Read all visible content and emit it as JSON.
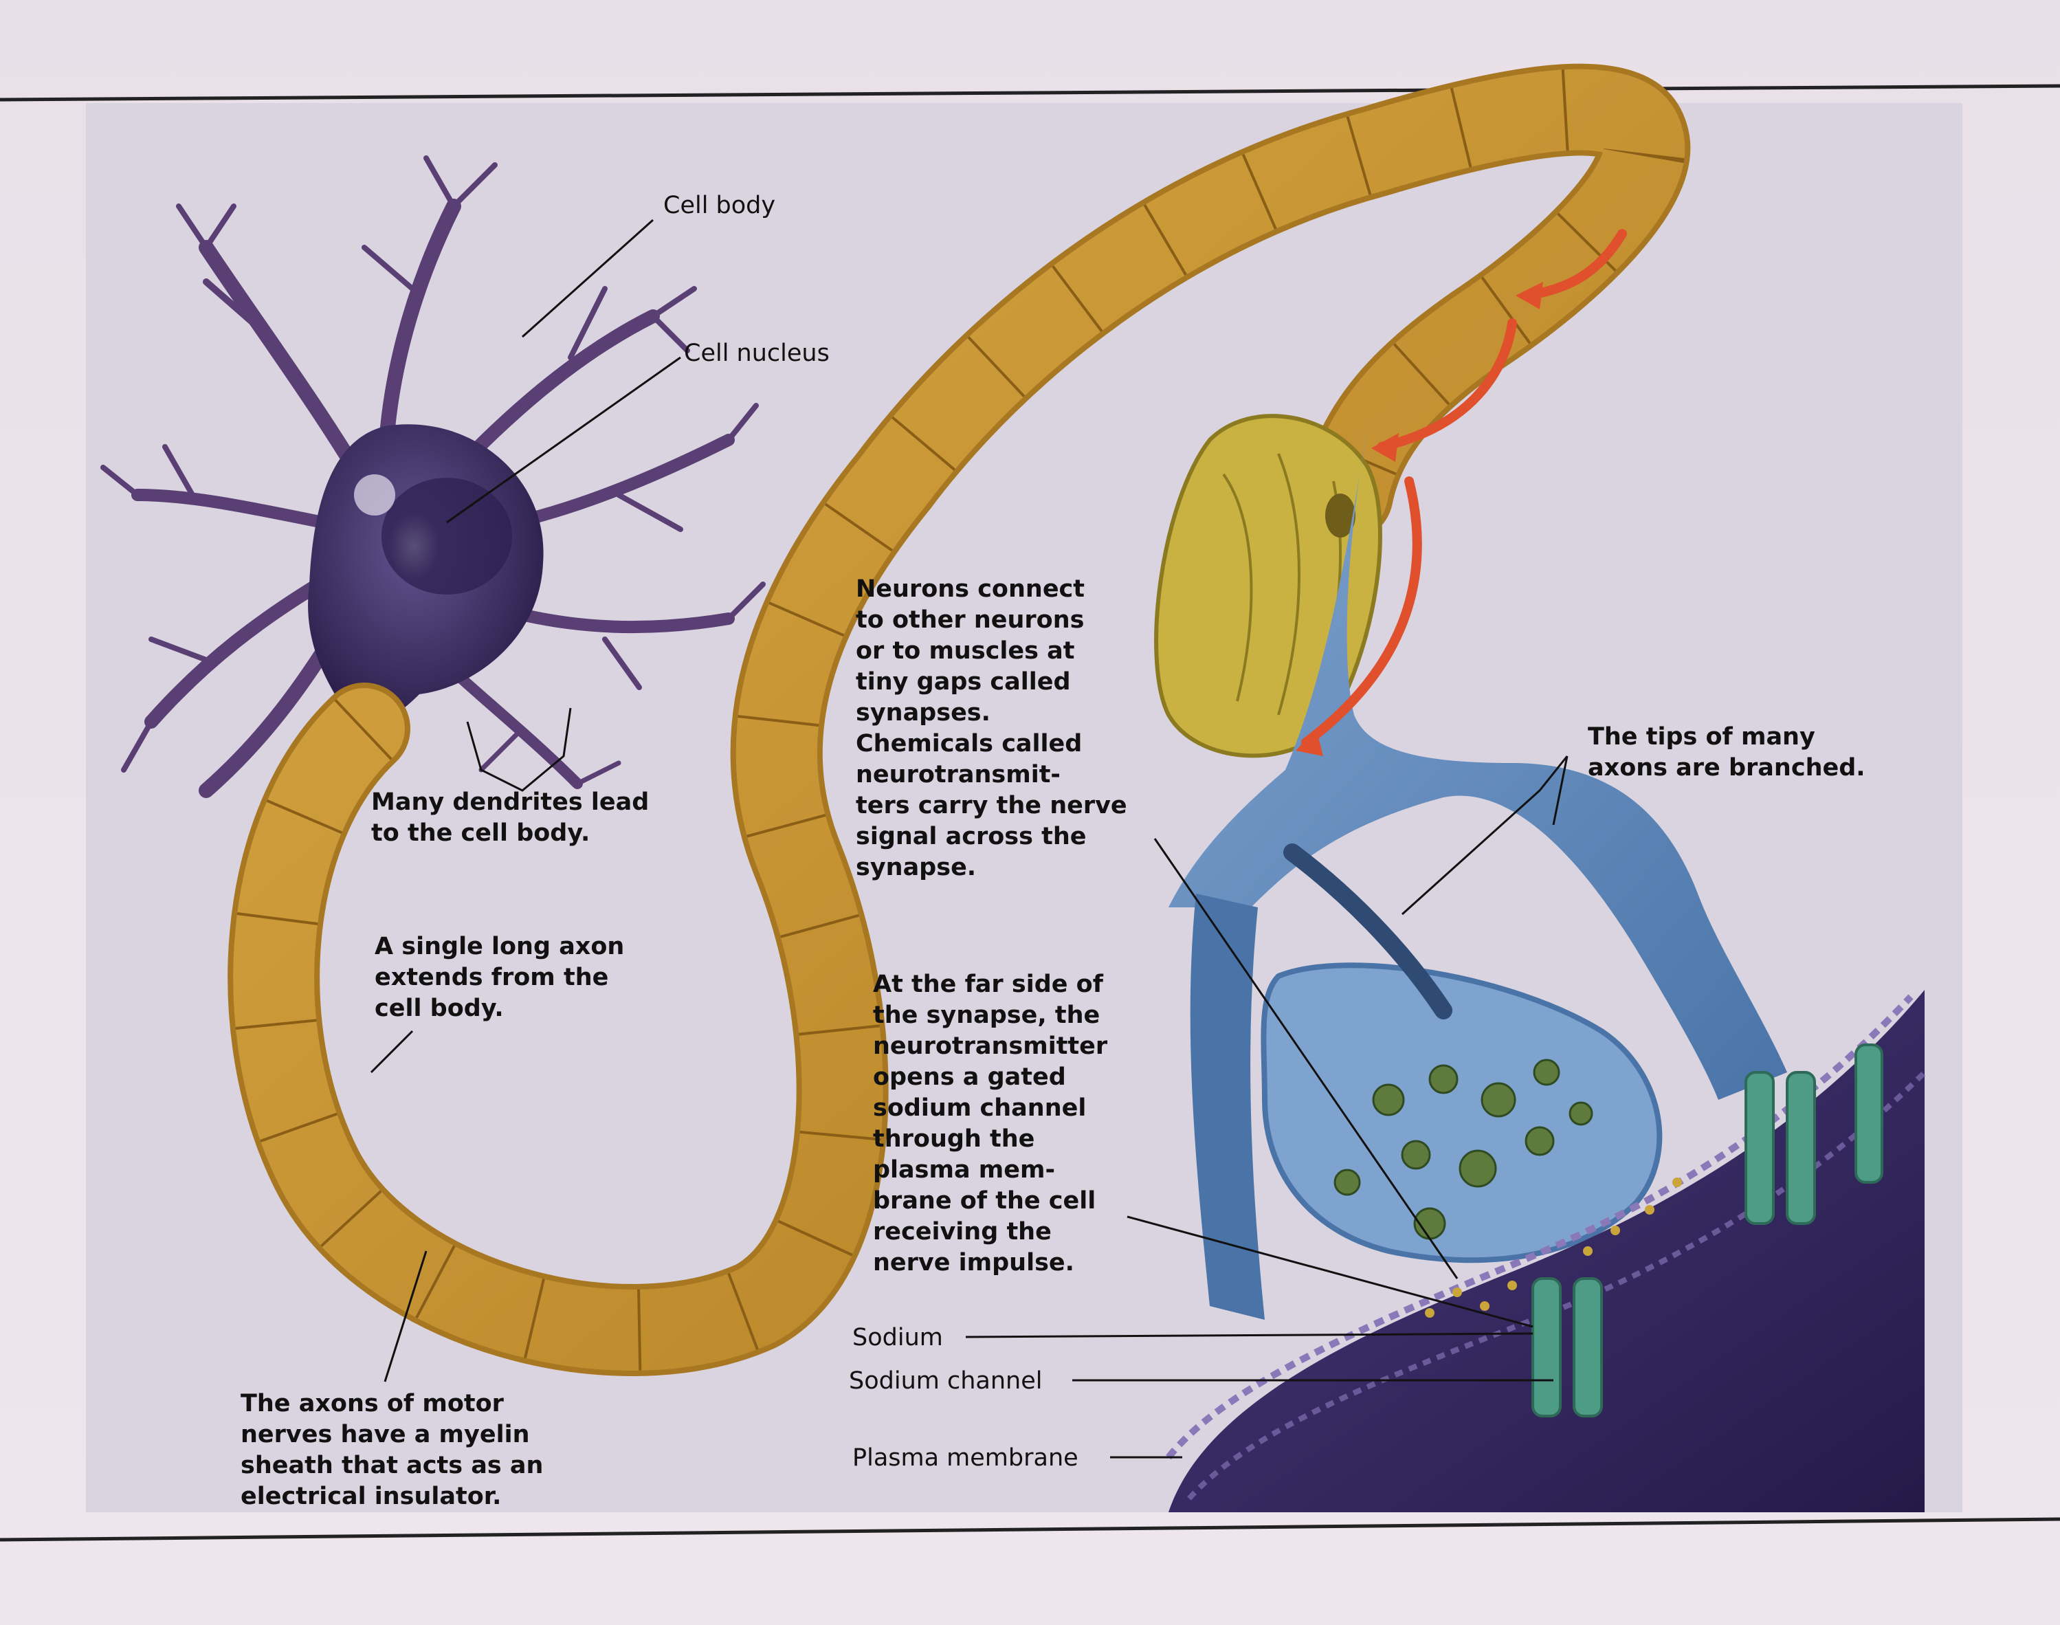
{
  "figure": {
    "labels": {
      "cell_body": "Cell body",
      "cell_nucleus": "Cell nucleus",
      "dendrites": "Many dendrites lead\nto the cell body.",
      "axon": "A single long axon\nextends from the\ncell body.",
      "myelin": "The axons of motor\nnerves have a myelin\nsheath that acts as an\nelectrical insulator.",
      "synapse_text": "Neurons connect\nto other neurons\nor to muscles at\ntiny gaps called\nsynapses.\nChemicals called\nneurotransmit-\nters carry the nerve\nsignal across the\nsynapse.",
      "far_side": "At the far side of\nthe synapse, the\nneurotransmitter\nopens a gated\nsodium channel\nthrough the\nplasma mem-\nbrane of the cell\nreceiving the\nnerve impulse.",
      "branched_tips": "The tips of many\naxons are branched.",
      "sodium": "Sodium",
      "sodium_channel": "Sodium channel",
      "plasma_membrane": "Plasma membrane"
    },
    "colors": {
      "neuron_body": "#3a2a5e",
      "dendrite": "#5a3f74",
      "myelin": "#c9962f",
      "axon_terminal": "#5b86b8",
      "schwann_cell": "#c9b242",
      "membrane": "#3f2f6e",
      "channel": "#4e9c86",
      "signal_arrow": "#e0502c"
    }
  }
}
